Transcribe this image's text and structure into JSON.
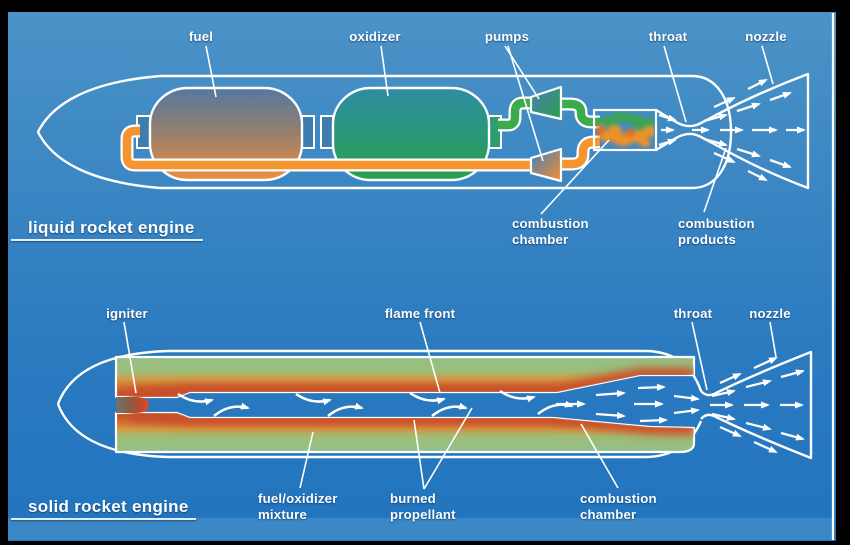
{
  "liquid": {
    "title": "liquid rocket engine",
    "labels": {
      "fuel": "fuel",
      "oxidizer": "oxidizer",
      "pumps": "pumps",
      "throat": "throat",
      "nozzle": "nozzle",
      "combustion_chamber": [
        "combustion",
        "chamber"
      ],
      "combustion_products": [
        "combustion",
        "products"
      ]
    }
  },
  "solid": {
    "title": "solid rocket engine",
    "labels": {
      "igniter": "igniter",
      "flame_front": "flame front",
      "throat": "throat",
      "nozzle": "nozzle",
      "fuel_oxidizer_mixture": [
        "fuel/oxidizer",
        "mixture"
      ],
      "burned_propellant": [
        "burned",
        "propellant"
      ],
      "combustion_chamber": [
        "combustion",
        "chamber"
      ]
    }
  },
  "colors": {
    "frame": "#000000",
    "background_top": "#4B93C7",
    "background_bottom": "#2174BE",
    "outline_white": "#FFFFFF",
    "fuel_pipe_orange": "#F5952F",
    "oxidizer_pipe_green": "#3BAC4B",
    "fuel_tank_top": "#54789F",
    "fuel_tank_bottom": "#EE8E3B",
    "oxidizer_tank_top": "#2F8CA4",
    "oxidizer_tank_bottom": "#27A14C",
    "propellant_green": "#93C08B",
    "propellant_red": "#C8502A",
    "igniter_gray": "#6F7370",
    "igniter_red": "#D94F30",
    "flame_green": "#3AA54E",
    "flame_orange": "#EF9026"
  }
}
